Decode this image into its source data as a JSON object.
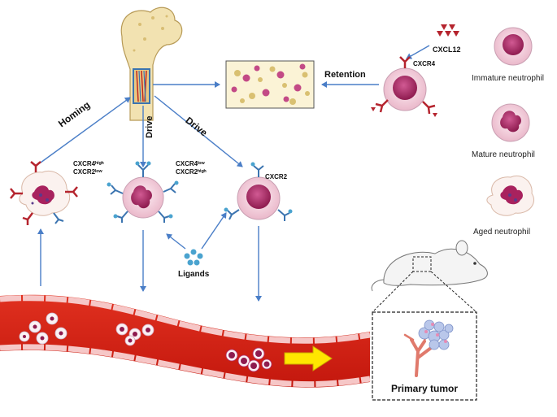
{
  "labels": {
    "cxcl12": "CXCL12",
    "cxcr4": "CXCR4",
    "retention": "Retention",
    "homing": "Homing",
    "drive_center": "Drive",
    "drive_right": "Drive",
    "cxcr2": "CXCR2",
    "ligands": "Ligands",
    "homing_cell_line1": "CXCR4ʰⁱᵍʰ",
    "homing_cell_line2": "CXCR2ˡᵒʷ",
    "mature_cell_line1": "CXCR4ˡᵒʷ",
    "mature_cell_line2": "CXCR2ʰⁱᵍʰ",
    "primary_tumor": "Primary tumor"
  },
  "legend": [
    {
      "label": "Immature neutrophil",
      "type": "immature"
    },
    {
      "label": "Mature neutrophil",
      "type": "mature"
    },
    {
      "label": "Aged neutrophil",
      "type": "aged"
    }
  ],
  "colors": {
    "arrow": "#4a7ec7",
    "receptor_red": "#b5242e",
    "receptor_blue": "#3b74b0",
    "vessel": "#d81f12",
    "vessel_wall": "#f3c4c4",
    "cell_fill": "#f6d9e4",
    "nucleus": "#a8225e",
    "bone": "#f2e2b1",
    "flow_arrow": "#ffe600"
  },
  "icons": [
    "bone-icon",
    "mouse-icon",
    "tumor-icon",
    "flow-arrow-icon"
  ]
}
